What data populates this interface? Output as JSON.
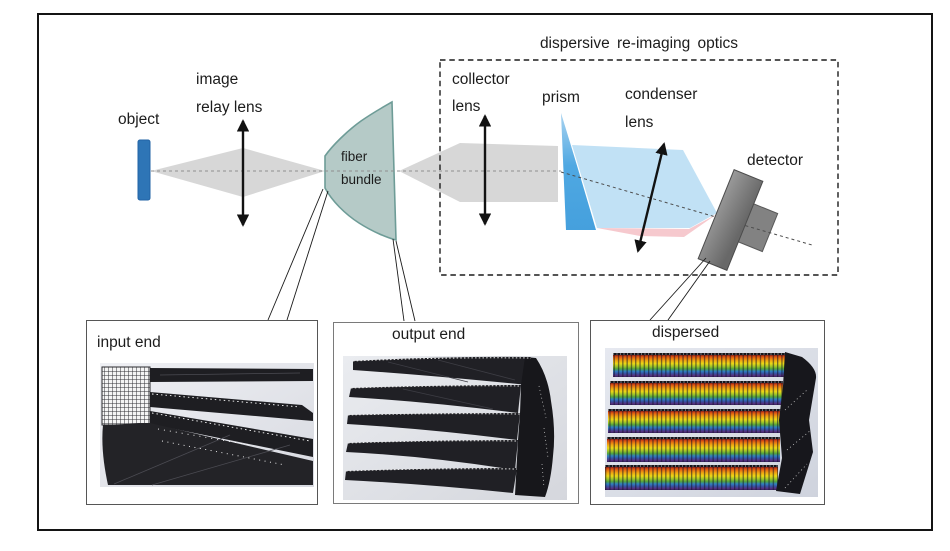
{
  "figure": {
    "title": "dispersive re-imaging optics",
    "labels": {
      "object": "object",
      "relay_line1": "image",
      "relay_line2": "relay lens",
      "fiber_line1": "fiber",
      "fiber_line2": "bundle",
      "collector_line1": "collector",
      "collector_line2": "lens",
      "prism": "prism",
      "condenser_line1": "condenser",
      "condenser_line2": "lens",
      "detector": "detector"
    },
    "insets": [
      {
        "label": "input end"
      },
      {
        "label": "output end"
      },
      {
        "label": "dispersed"
      }
    ],
    "colors": {
      "object_blue": "#2E75B6",
      "beam_gray": "#D7D7D7",
      "bundle_fill": "#B5CAC7",
      "bundle_stroke": "#6E9C97",
      "prism_blue": "#4FA8E2",
      "beam_blue": "#BEDFF4",
      "beam_pink": "#F5C6CB",
      "detector_gray": "#828282"
    }
  }
}
